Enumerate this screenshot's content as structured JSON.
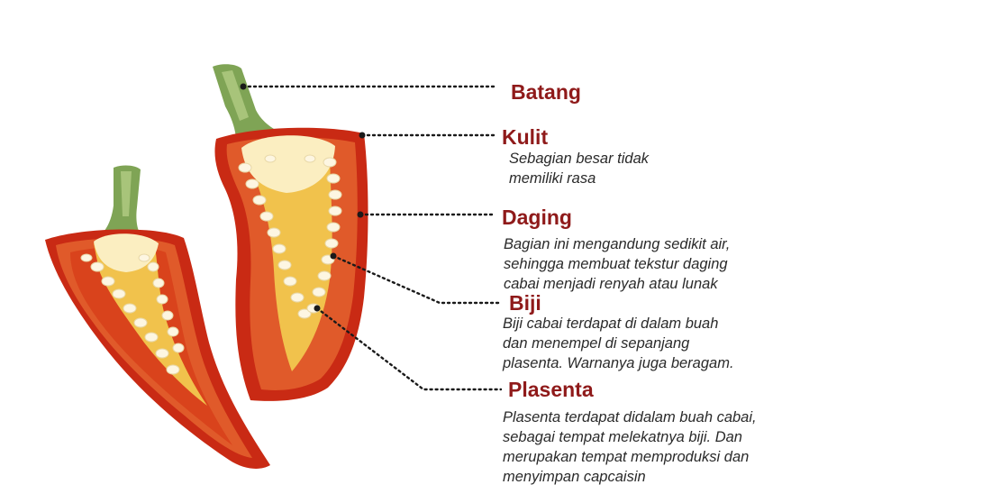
{
  "parts": {
    "batang": {
      "label": "Batang"
    },
    "kulit": {
      "label": "Kulit",
      "description": [
        "Sebagian besar tidak",
        "memiliki rasa"
      ]
    },
    "daging": {
      "label": "Daging",
      "description": [
        "Bagian ini mengandung sedikit air,",
        "sehingga membuat tekstur daging",
        "cabai menjadi renyah atau lunak"
      ]
    },
    "biji": {
      "label": "Biji",
      "description": [
        "Biji cabai terdapat di dalam buah",
        "dan menempel di sepanjang",
        "plasenta. Warnanya juga beragam."
      ]
    },
    "plasenta": {
      "label": "Plasenta",
      "description": [
        "Plasenta terdapat didalam buah cabai,",
        "sebagai tempat melekatnya biji. Dan",
        "merupakan tempat memproduksi dan",
        "menyimpan capcaisin"
      ]
    }
  },
  "colors": {
    "label": "#8f1a1a",
    "skin": "#d5381b",
    "skin_dark": "#b52412",
    "flesh": "#e25a26",
    "placenta": "#f1c24c",
    "placenta_light": "#fbeec1",
    "seed": "#fdf6e2",
    "stem": "#7fa455",
    "stem_light": "#c6d89a",
    "leader": "#1a1a1a"
  }
}
